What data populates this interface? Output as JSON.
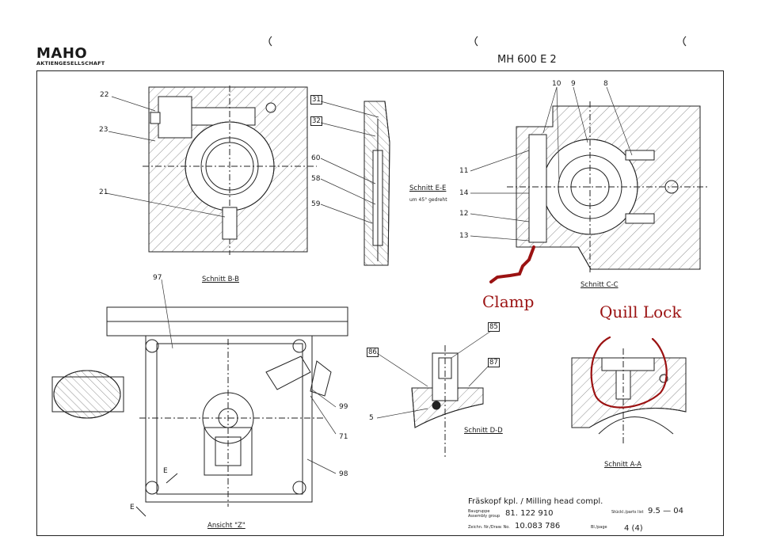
{
  "header": {
    "logo_text": "MAHO",
    "logo_sub": "AKTIENGESELLSCHAFT",
    "machine_model": "MH 600 E 2"
  },
  "part_numbers": {
    "p22": "22",
    "p23": "23",
    "p21": "21",
    "p31": "31",
    "p32": "32",
    "p60": "60",
    "p58": "58",
    "p59": "59",
    "p10": "10",
    "p9": "9",
    "p8": "8",
    "p11": "11",
    "p14": "14",
    "p12": "12",
    "p13": "13",
    "p97": "97",
    "p85": "85",
    "p86": "86",
    "p87": "87",
    "p5": "5",
    "p99": "99",
    "p71": "71",
    "p98": "98",
    "pE1": "E",
    "pE2": "E"
  },
  "sections": {
    "bb": "Schnitt B-B",
    "ee": "Schnitt E-E",
    "ee_note": "um 45° gedreht",
    "cc": "Schnitt C-C",
    "dd": "Schnitt D-D",
    "aa": "Schnitt A-A",
    "z": "Ansicht \"Z\""
  },
  "annotations": {
    "clamp": "Clamp",
    "quill_lock": "Quill Lock",
    "color": "#9b1212"
  },
  "title_block": {
    "title": "Fräskopf kpl. / Milling head compl.",
    "group_label_de": "Baugruppe",
    "group_label_en": "Assembly group",
    "group_value": "81. 122 910",
    "parts_list_label": "Stückl./parts list",
    "parts_list_value": "9.5 — 04",
    "drawing_label": "Zeichn. Nr./Draw. No.",
    "drawing_value": "10.083 786",
    "page_label": "Bl./page",
    "page_value": "4 (4)"
  }
}
